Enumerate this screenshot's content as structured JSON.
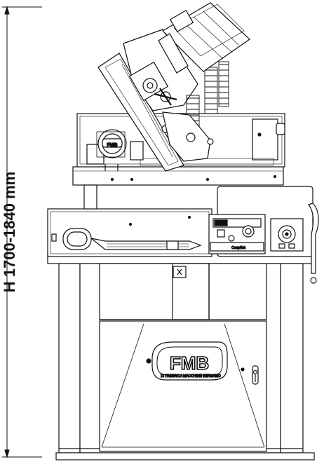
{
  "drawing": {
    "dimension_label": "H 1700-1840 mm",
    "logo": {
      "brand": "FMB",
      "tagline": "DI FABBRICA MACCHINE BERGAMO"
    },
    "head_badge": "FMB",
    "control_label": "CoupNet"
  }
}
